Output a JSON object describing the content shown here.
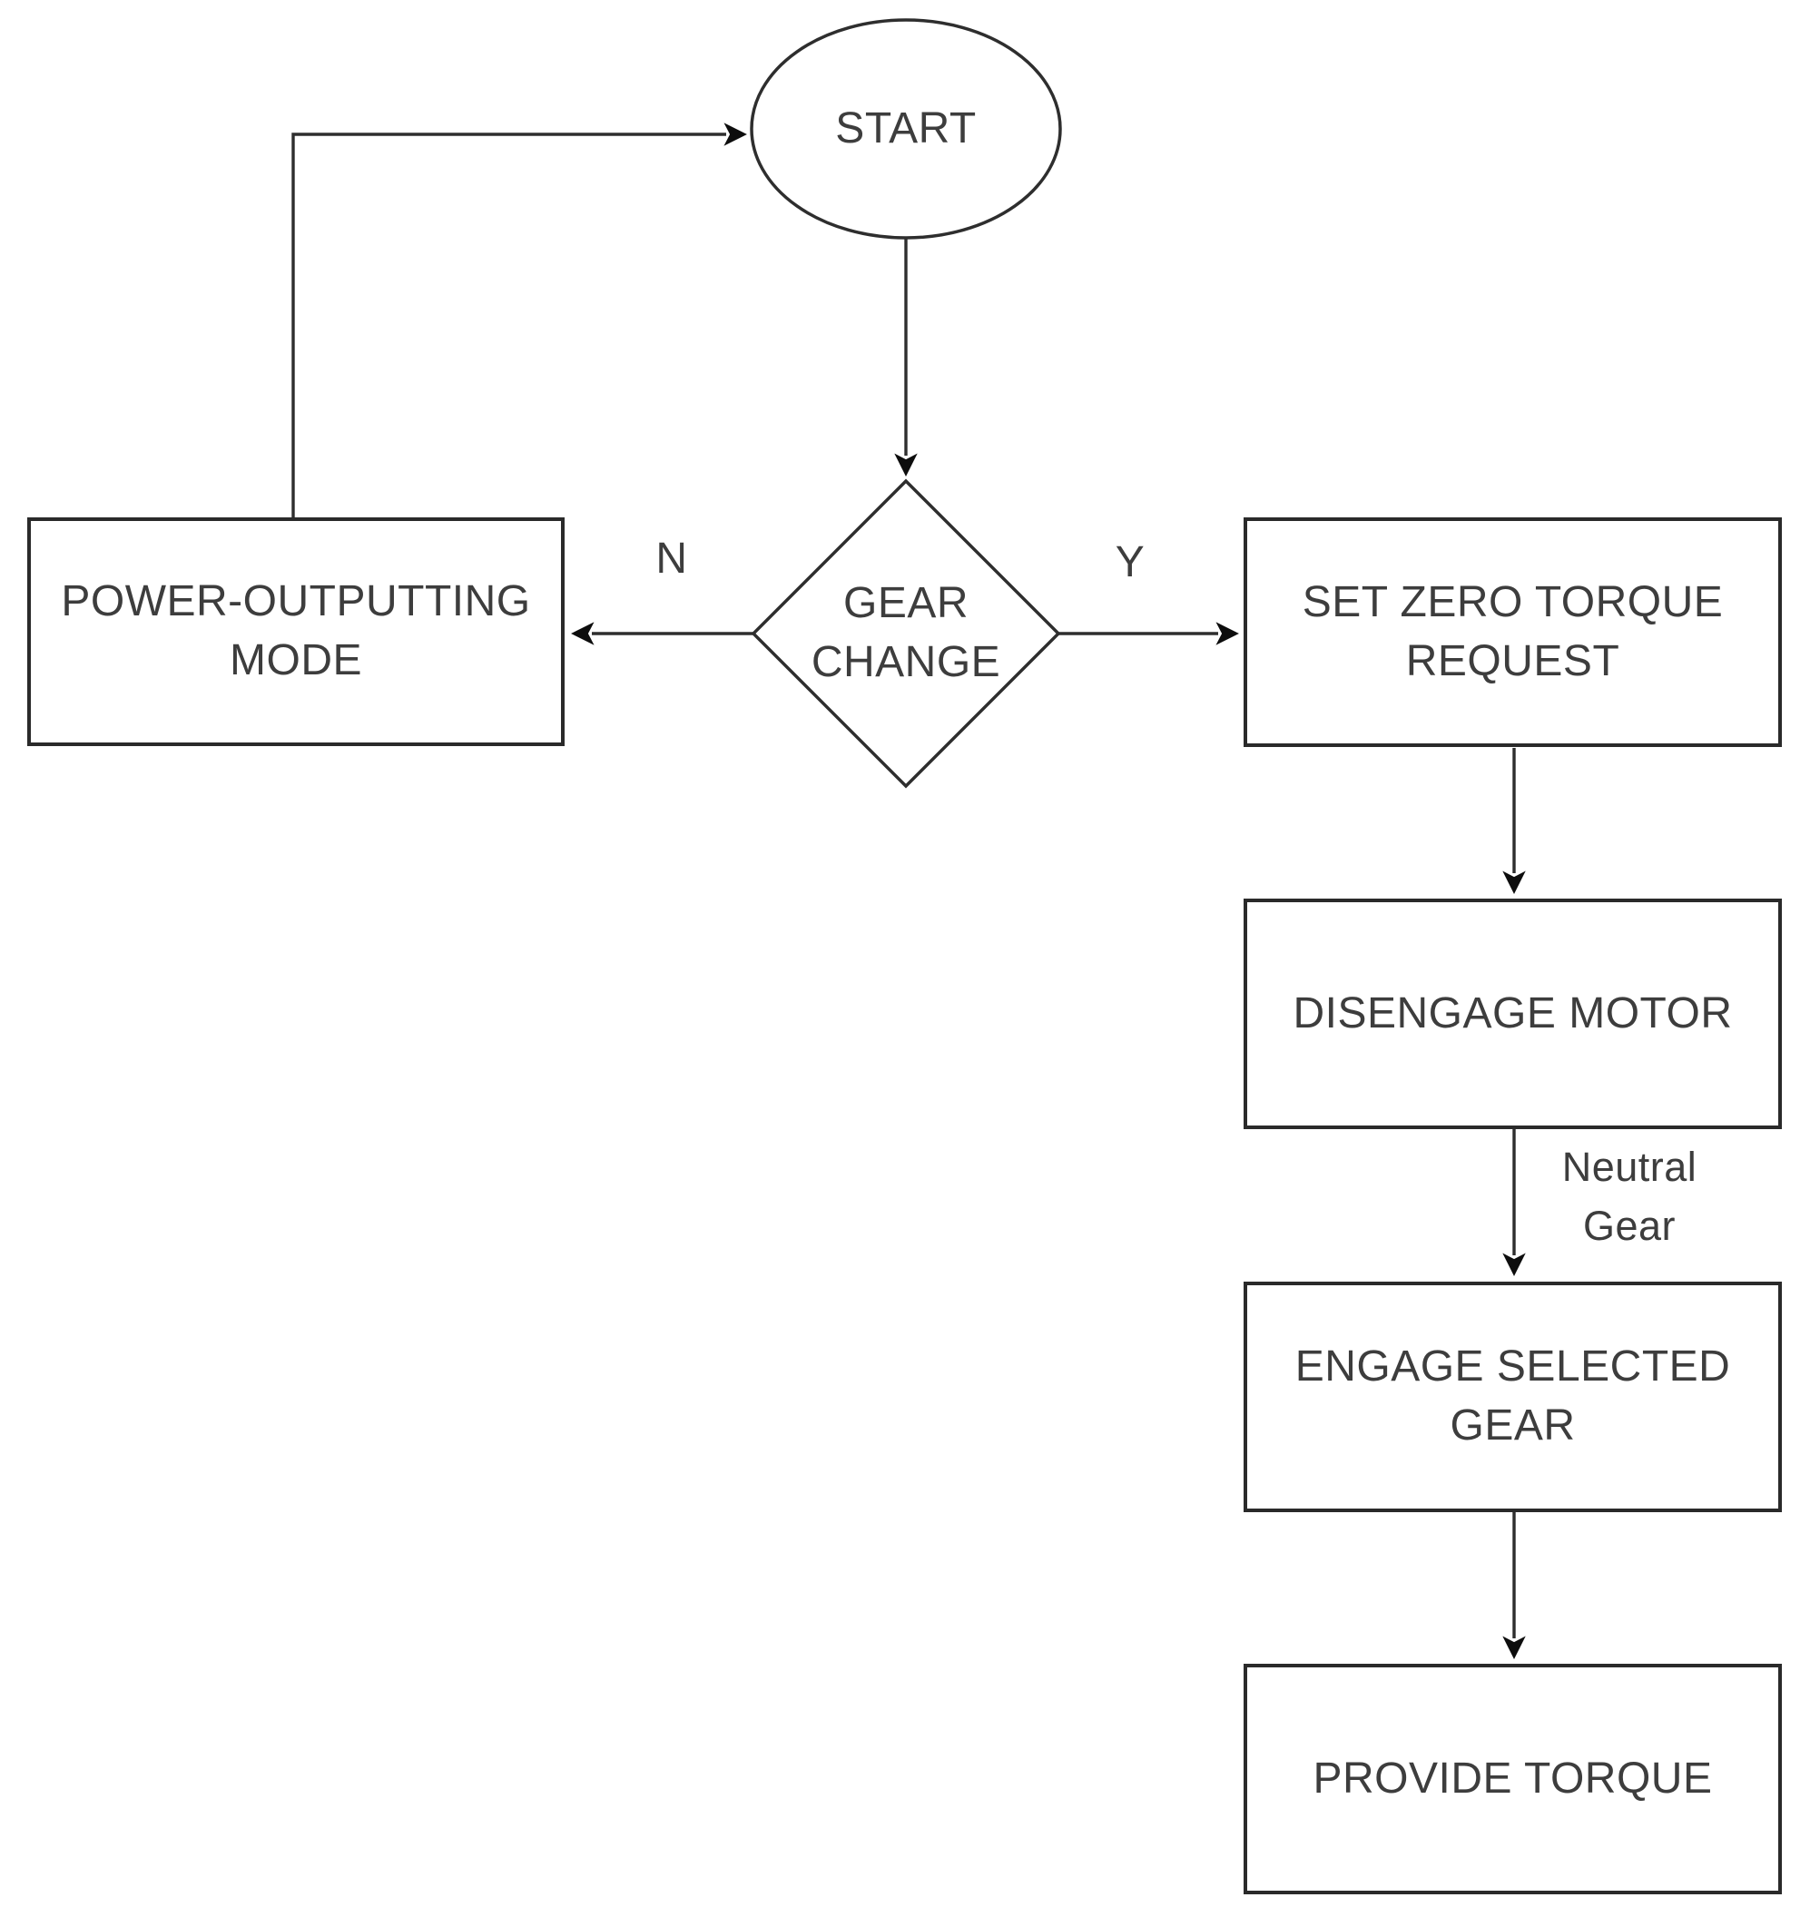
{
  "diagram": {
    "nodes": {
      "start": {
        "label": "START",
        "shape": "ellipse"
      },
      "gear_change": {
        "label": "GEAR CHANGE",
        "shape": "diamond"
      },
      "power_mode": {
        "label": "POWER-OUTPUTTING MODE",
        "shape": "process"
      },
      "set_zero_torque": {
        "label": "SET ZERO TORQUE REQUEST",
        "shape": "process"
      },
      "disengage_motor": {
        "label": "DISENGAGE MOTOR",
        "shape": "process"
      },
      "engage_gear": {
        "label": "ENGAGE SELECTED GEAR",
        "shape": "process"
      },
      "provide_torque": {
        "label": "PROVIDE TORQUE",
        "shape": "process"
      }
    },
    "edge_labels": {
      "no": "N",
      "yes": "Y",
      "neutral_gear": "Neutral Gear"
    },
    "colors": {
      "background": "#ffffff",
      "line": "#2e2e2e",
      "border": "#2a2a2a",
      "text": "#3d3d3d",
      "arrowhead": "#0d0d0d"
    }
  }
}
